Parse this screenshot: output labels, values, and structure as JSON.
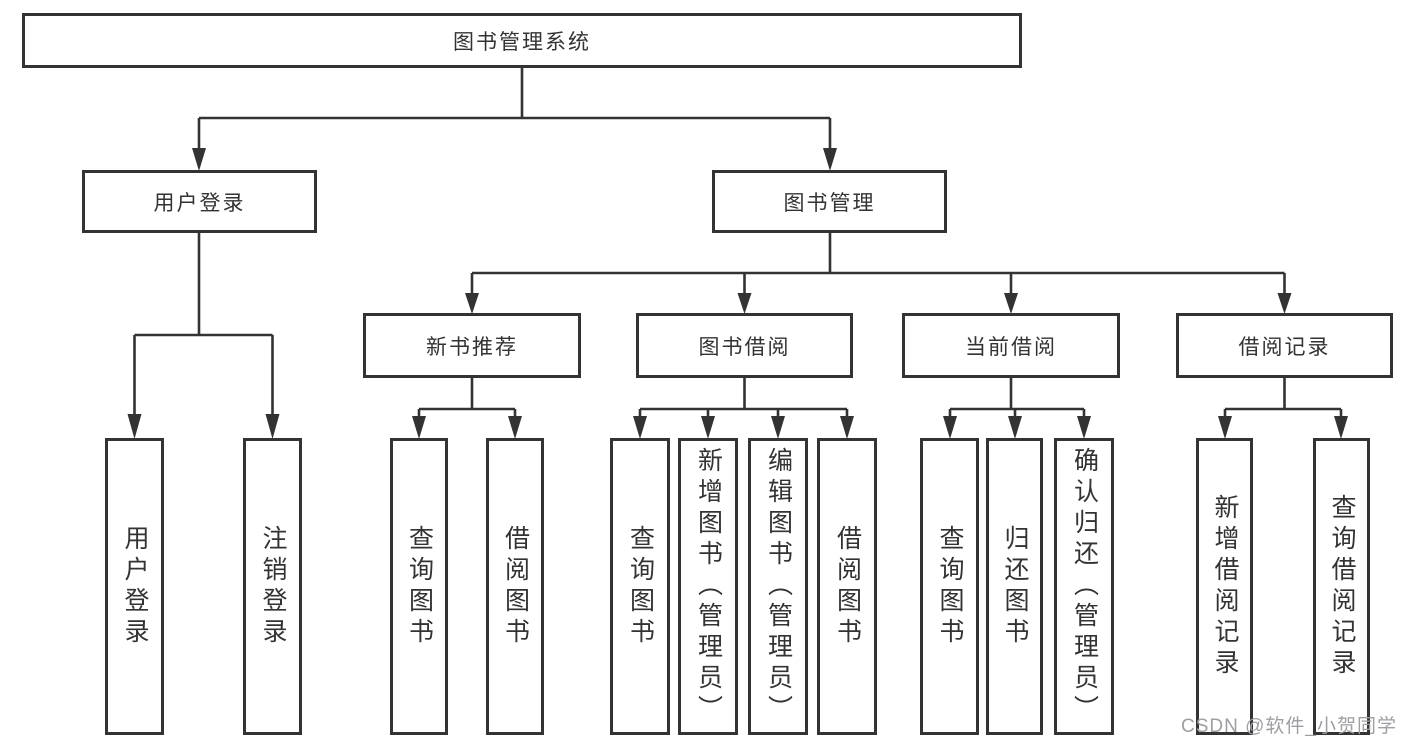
{
  "colors": {
    "line": "#333333",
    "box_border": "#333333",
    "box_fill": "#ffffff",
    "text": "#333333",
    "watermark_text": "#9e9ea3"
  },
  "tree": {
    "label": "图书管理系统",
    "children": [
      {
        "label": "用户登录",
        "children": [
          {
            "label": "用户登录"
          },
          {
            "label": "注销登录"
          }
        ]
      },
      {
        "label": "图书管理",
        "children": [
          {
            "label": "新书推荐",
            "children": [
              {
                "label": "查询图书"
              },
              {
                "label": "借阅图书"
              }
            ]
          },
          {
            "label": "图书借阅",
            "children": [
              {
                "label": "查询图书"
              },
              {
                "label": "新增图书（管理员）"
              },
              {
                "label": "编辑图书（管理员）"
              },
              {
                "label": "借阅图书"
              }
            ]
          },
          {
            "label": "当前借阅",
            "children": [
              {
                "label": "查询图书"
              },
              {
                "label": "归还图书"
              },
              {
                "label": "确认归还（管理员）"
              }
            ]
          },
          {
            "label": "借阅记录",
            "children": [
              {
                "label": "新增借阅记录"
              },
              {
                "label": "查询借阅记录"
              }
            ]
          }
        ]
      }
    ]
  },
  "watermark": {
    "text": "CSDN @软件_小贺同学"
  }
}
